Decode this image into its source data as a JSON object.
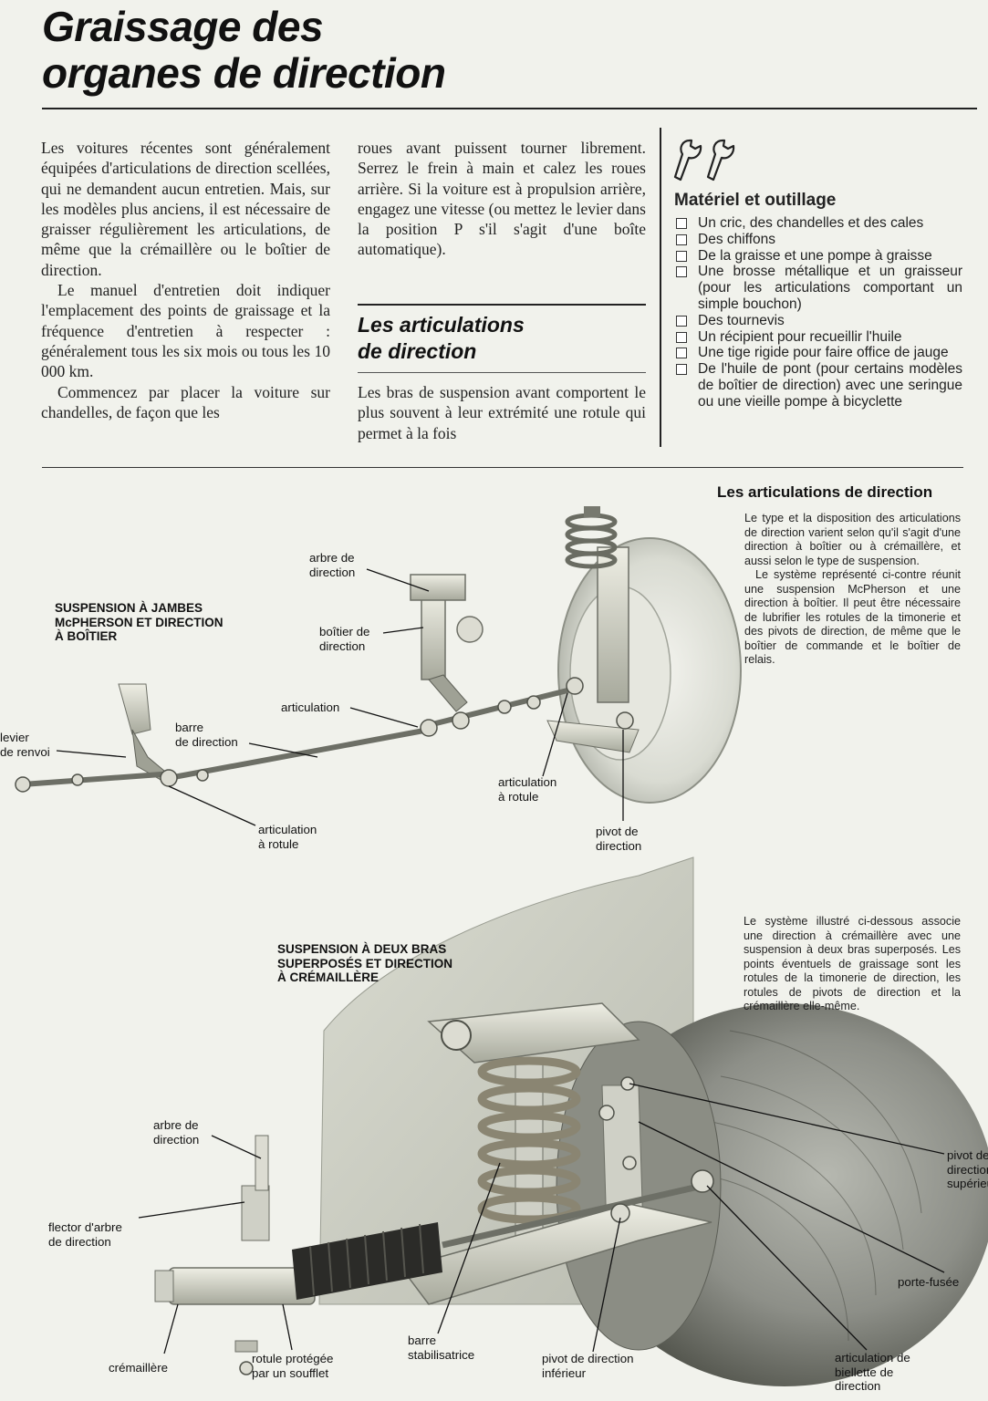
{
  "title": {
    "line1": "Graissage des",
    "line2": "organes de direction"
  },
  "intro": {
    "p1": "Les voitures récentes sont généralement équipées d'articulations de direction scellées, qui ne demandent aucun entretien. Mais, sur les modèles plus anciens, il est nécessaire de graisser régulièrement les articulations, de même que la crémaillère ou le boîtier de direction.",
    "p2": "Le manuel d'entretien doit indiquer l'emplacement des points de graissage et la fréquence d'entretien à respecter : généralement tous les six mois ou tous les 10 000 km.",
    "p3": "Commencez par placer la voiture sur chandelles, de façon que les roues avant puissent tourner librement. Serrez le frein à main et calez les roues arrière. Si la voiture est à propulsion arrière, engagez une vitesse (ou mettez le levier dans la position P s'il s'agit d'une boîte automatique)."
  },
  "section": {
    "heading_line1": "Les articulations",
    "heading_line2": "de direction",
    "text": "Les bras de suspension avant comportent le plus souvent à leur extrémité une rotule qui permet à la fois"
  },
  "tools": {
    "icon": "wrench-icon",
    "heading": "Matériel et outillage",
    "items": [
      "Un cric, des chandelles et des cales",
      "Des chiffons",
      "De la graisse et une pompe à graisse",
      "Une brosse métallique et un graisseur (pour les articulations comportant un simple bouchon)",
      "Des tournevis",
      "Un récipient pour recueillir l'huile",
      "Une tige rigide pour faire office de jauge",
      "De l'huile de pont (pour certains modèles de boîtier de direction) avec une seringue ou une vieille pompe à bicyclette"
    ]
  },
  "sidebar": {
    "title": "Les articulations de direction",
    "p1": "Le type et la disposition des articulations de direction varient selon qu'il s'agit d'une direction à boîtier ou à crémaillère, et aussi selon le type de suspension.",
    "p2": "Le système représenté ci-contre réunit une suspension McPherson et une direction à boîtier. Il peut être nécessaire de lubrifier les rotules de la timonerie et des pivots de direction, de même que le boîtier de commande et le boîtier de relais.",
    "p3": "Le système illustré ci-dessous associe une direction à crémaillère avec une suspension à deux bras superposés. Les points éventuels de graissage sont les rotules de la timonerie de direction, les rotules de pivots de direction et la crémaillère elle-même."
  },
  "diagram1": {
    "caption_line1": "SUSPENSION À JAMBES",
    "caption_line2": "McPHERSON ET DIRECTION",
    "caption_line3": "À BOÎTIER",
    "labels": {
      "arbre1": "arbre de",
      "arbre2": "direction",
      "boitier1": "boîtier de",
      "boitier2": "direction",
      "articulation": "articulation",
      "levier1": "levier",
      "levier2": "de renvoi",
      "barre1": "barre",
      "barre2": "de direction",
      "rotule_a1": "articulation",
      "rotule_a2": "à rotule",
      "rotule_b1": "articulation",
      "rotule_b2": "à rotule",
      "pivot1": "pivot de",
      "pivot2": "direction"
    }
  },
  "diagram2": {
    "caption_line1": "SUSPENSION À DEUX BRAS",
    "caption_line2": "SUPERPOSÉS ET DIRECTION",
    "caption_line3": "À CRÉMAILLÈRE",
    "labels": {
      "arbre1": "arbre de",
      "arbre2": "direction",
      "flector1": "flector d'arbre",
      "flector2": "de direction",
      "cremaillere": "crémaillère",
      "soufflet1": "rotule protégée",
      "soufflet2": "par un soufflet",
      "stab1": "barre",
      "stab2": "stabilisatrice",
      "pivot_inf1": "pivot de direction",
      "pivot_inf2": "inférieur",
      "biellette1": "articulation de",
      "biellette2": "biellette de",
      "biellette3": "direction",
      "porte": "porte-fusée",
      "pivot_sup1": "pivot de",
      "pivot_sup2": "direction",
      "pivot_sup3": "supérieur"
    }
  }
}
